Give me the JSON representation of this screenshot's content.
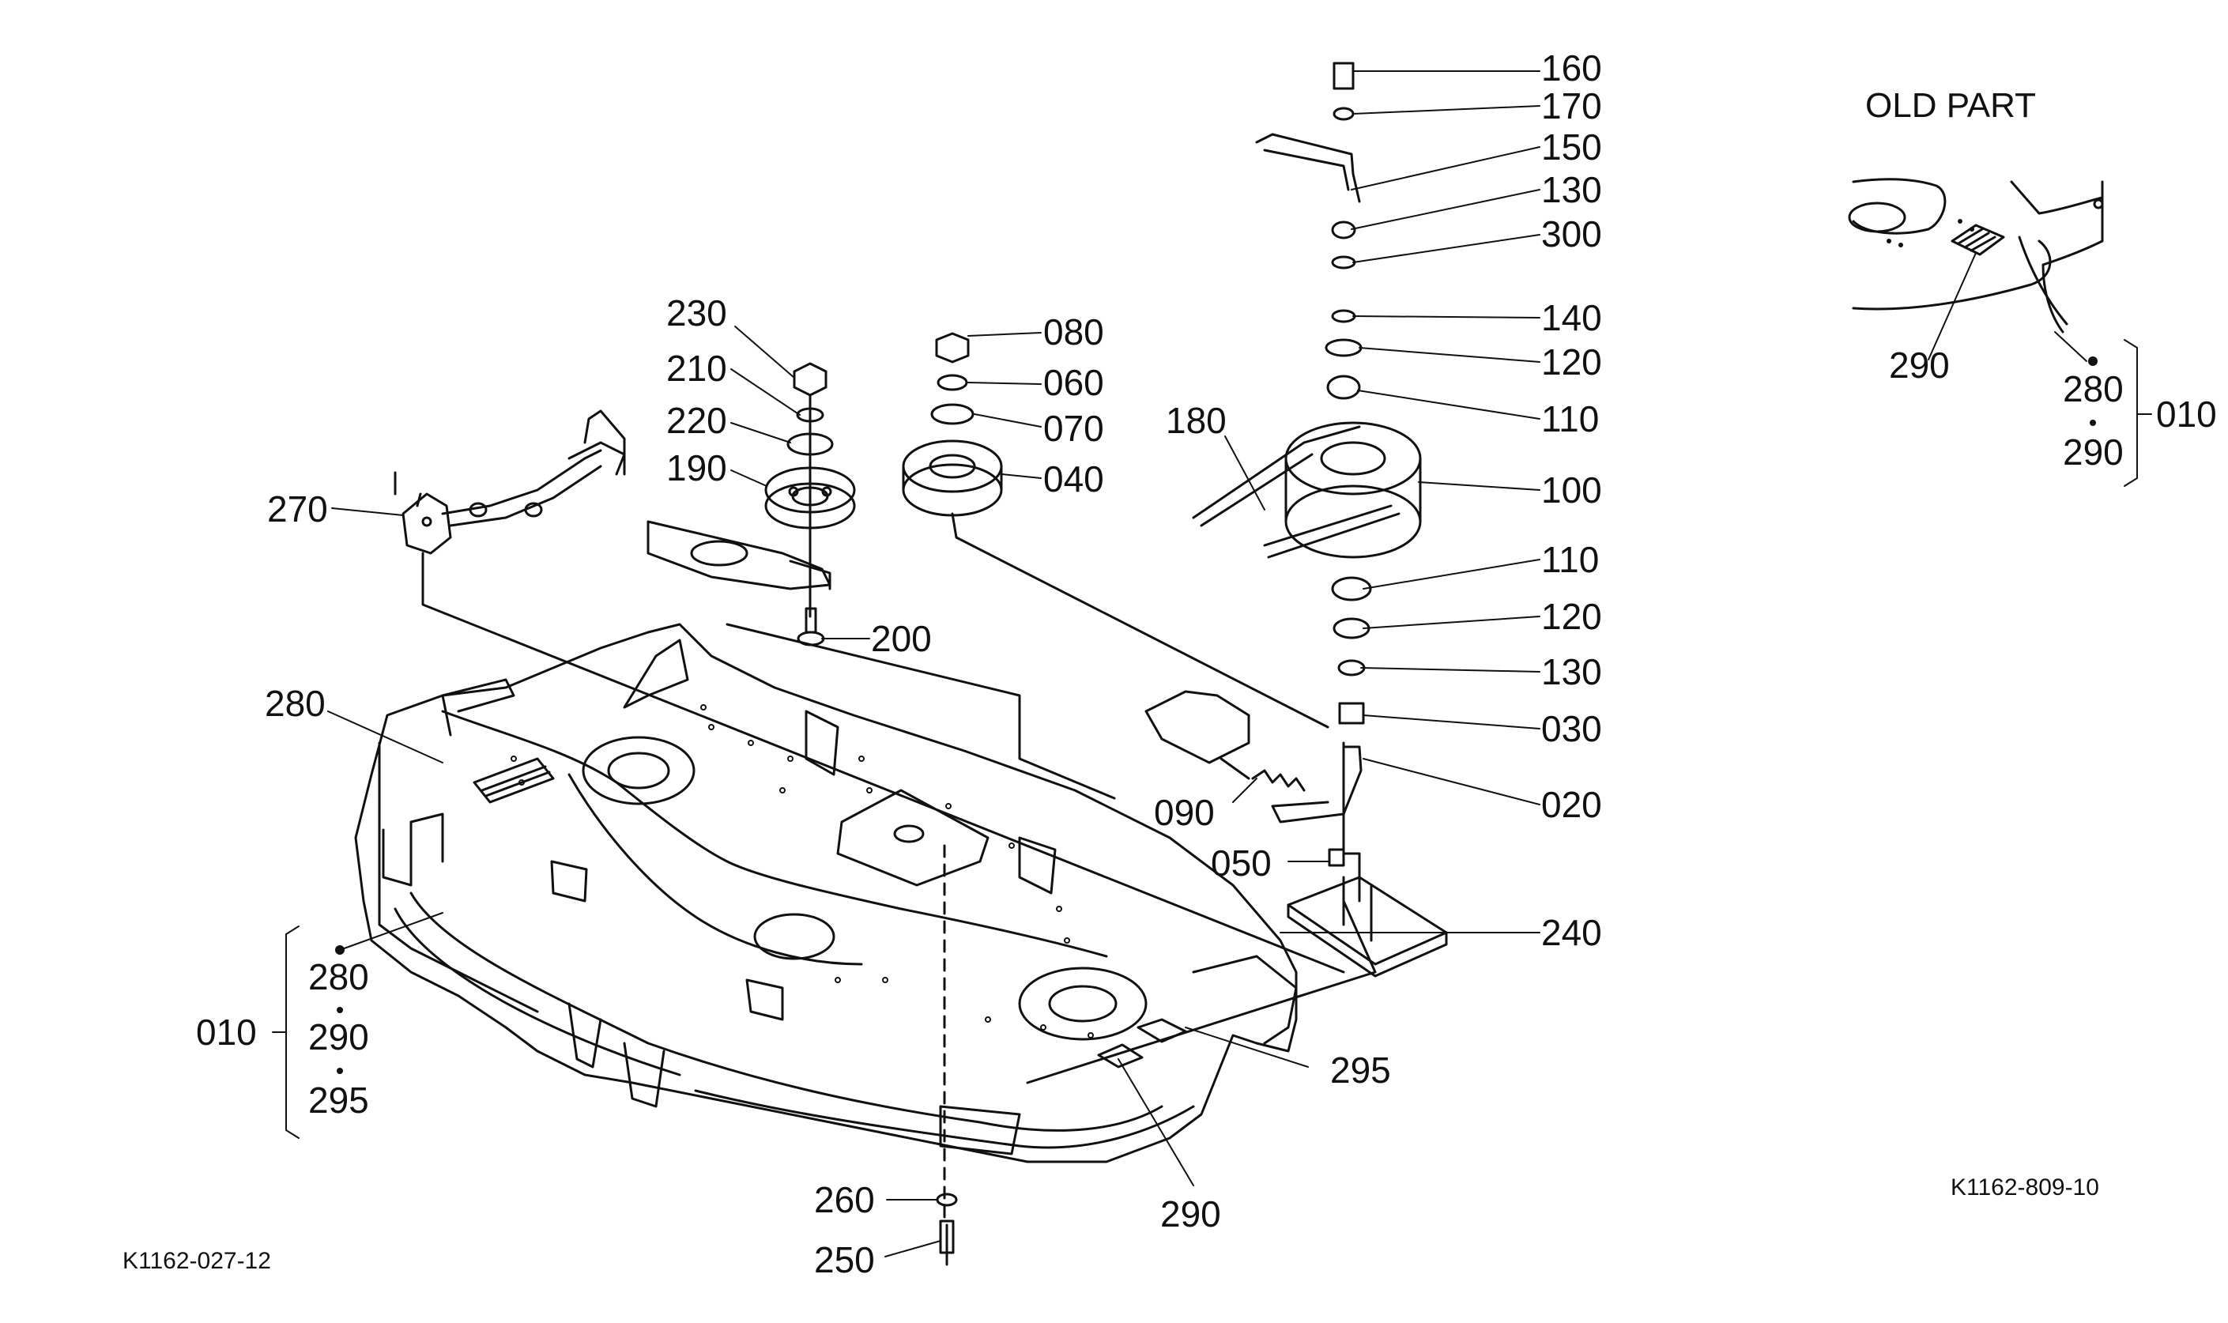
{
  "diagram": {
    "callouts": {
      "c160": "160",
      "c170": "170",
      "c150": "150",
      "c130a": "130",
      "c300": "300",
      "c140": "140",
      "c120a": "120",
      "c110a": "110",
      "c180": "180",
      "c100": "100",
      "c110b": "110",
      "c120b": "120",
      "c130b": "130",
      "c030": "030",
      "c020": "020",
      "c090": "090",
      "c050": "050",
      "c240": "240",
      "c230": "230",
      "c210": "210",
      "c220": "220",
      "c190": "190",
      "c200": "200",
      "c080": "080",
      "c060": "060",
      "c070": "070",
      "c040": "040",
      "c270": "270",
      "c280": "280",
      "c295": "295",
      "c290": "290",
      "c260": "260",
      "c250": "250"
    },
    "group_main": {
      "label": "010",
      "items": [
        "280",
        "290",
        "295"
      ]
    },
    "old_part": {
      "title": "OLD PART",
      "callout": "290",
      "group_label": "010",
      "items": [
        "280",
        "290"
      ]
    },
    "figure_codes": {
      "main": "K1162-027-12",
      "old": "K1162-809-10"
    }
  }
}
